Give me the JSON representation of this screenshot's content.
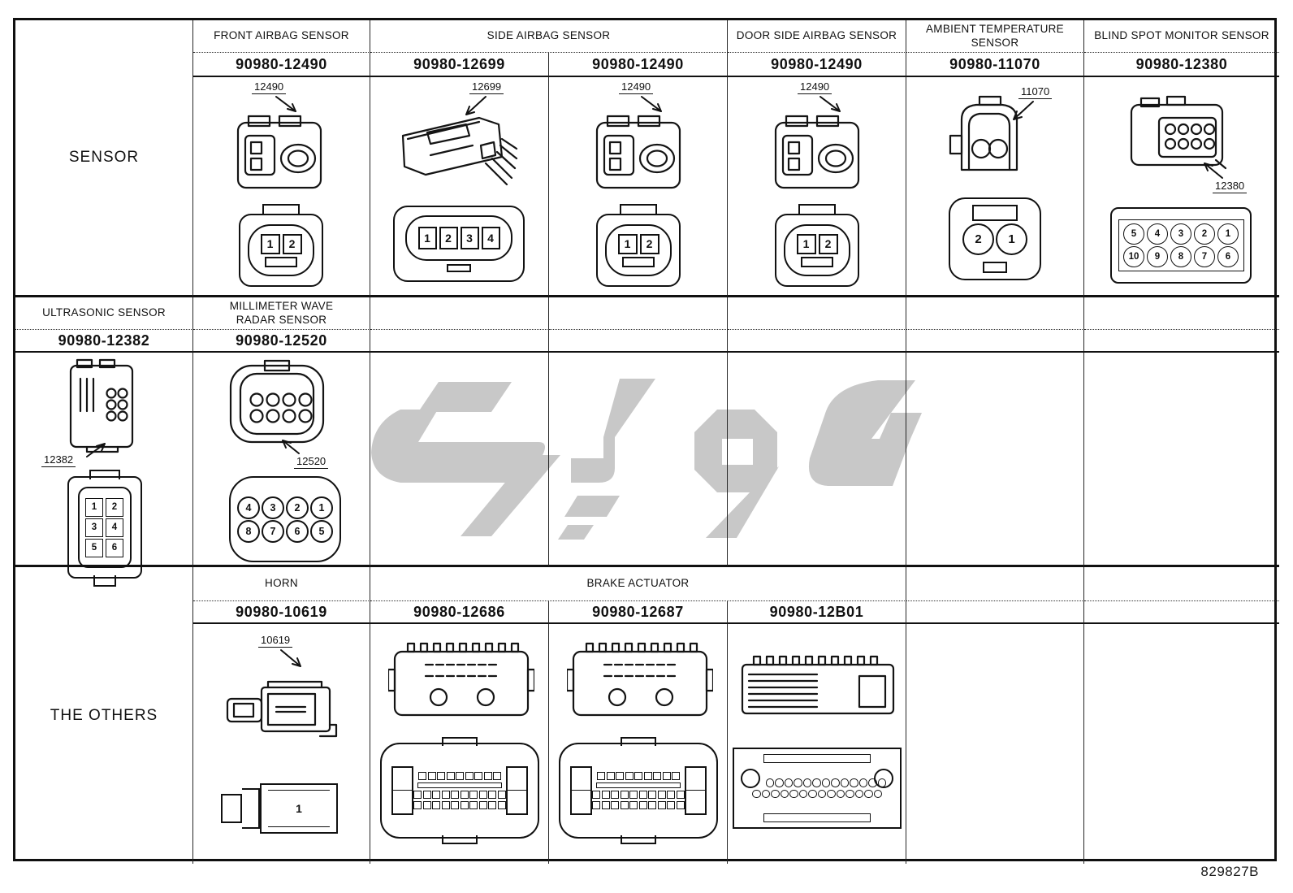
{
  "page": {
    "doc_ref": "829827B"
  },
  "watermark": {
    "color": "#c8c8c8"
  },
  "sensor_row": {
    "label": "SENSOR",
    "headers": {
      "front_airbag": "FRONT AIRBAG SENSOR",
      "side_airbag": "SIDE AIRBAG SENSOR",
      "door_side_airbag": "DOOR SIDE AIRBAG SENSOR",
      "ambient_temp": "AMBIENT TEMPERATURE SENSOR",
      "blind_spot": "BLIND SPOT MONITOR SENSOR"
    },
    "parts": {
      "front_airbag": {
        "part_number": "90980-12490",
        "callout": "12490",
        "pins": [
          "1",
          "2"
        ]
      },
      "side_airbag_a": {
        "part_number": "90980-12699",
        "callout": "12699",
        "pins": [
          "1",
          "2",
          "3",
          "4"
        ]
      },
      "side_airbag_b": {
        "part_number": "90980-12490",
        "callout": "12490",
        "pins": [
          "1",
          "2"
        ]
      },
      "door_side_airbag": {
        "part_number": "90980-12490",
        "callout": "12490",
        "pins": [
          "1",
          "2"
        ]
      },
      "ambient_temp": {
        "part_number": "90980-11070",
        "callout": "11070",
        "pins": [
          "2",
          "1"
        ]
      },
      "blind_spot": {
        "part_number": "90980-12380",
        "callout": "12380",
        "pins_row1": [
          "5",
          "4",
          "3",
          "2",
          "1"
        ],
        "pins_row2": [
          "10",
          "9",
          "8",
          "7",
          "6"
        ]
      }
    }
  },
  "ultrasonic_row": {
    "headers": {
      "ultrasonic": "ULTRASONIC SENSOR",
      "mm_wave": "MILLIMETER WAVE RADAR SENSOR"
    },
    "parts": {
      "ultrasonic": {
        "part_number": "90980-12382",
        "callout": "12382",
        "pins_row1": [
          "1",
          "2"
        ],
        "pins_row2": [
          "3",
          "4"
        ],
        "pins_row3": [
          "5",
          "6"
        ]
      },
      "mm_wave": {
        "part_number": "90980-12520",
        "callout": "12520",
        "pins_row1": [
          "4",
          "3",
          "2",
          "1"
        ],
        "pins_row2": [
          "8",
          "7",
          "6",
          "5"
        ]
      }
    }
  },
  "others_row": {
    "label": "THE OTHERS",
    "headers": {
      "horn": "HORN",
      "brake_actuator": "BRAKE ACTUATOR"
    },
    "parts": {
      "horn": {
        "part_number": "90980-10619",
        "callout": "10619",
        "pins": [
          "1"
        ]
      },
      "brake_a": {
        "part_number": "90980-12686"
      },
      "brake_b": {
        "part_number": "90980-12687"
      },
      "brake_c": {
        "part_number": "90980-12B01"
      }
    }
  }
}
